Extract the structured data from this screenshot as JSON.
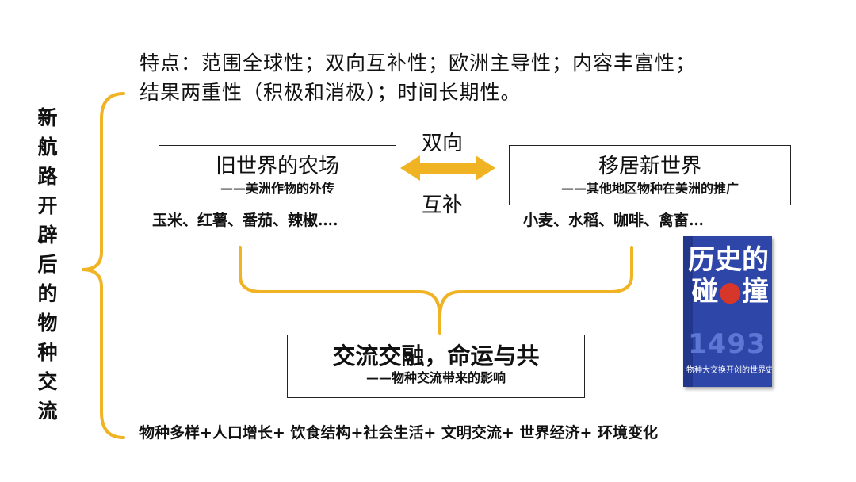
{
  "vertical_title": [
    "新",
    "航",
    "路",
    "开",
    "辟",
    "后",
    "的",
    "物",
    "种",
    "交",
    "流"
  ],
  "features": {
    "line1": "特点：范围全球性；双向互补性；欧洲主导性；内容丰富性；",
    "line2": "结果两重性（积极和消极）；时间长期性。"
  },
  "left_box": {
    "title": "旧世界的农场",
    "subtitle": "——美洲作物的外传"
  },
  "right_box": {
    "title": "移居新世界",
    "subtitle": "——其他地区物种在美洲的推广"
  },
  "arrow_labels": {
    "top": "双向",
    "bottom": "互补"
  },
  "left_list": "玉米、红薯、番茄、辣椒….",
  "right_list": "小麦、水稻、咖啡、禽畜…",
  "bottom_box": {
    "title": "交流交融，命运与共",
    "subtitle": "——物种交流带来的影响"
  },
  "bottom_line": "物种多样+人口增长+ 饮食结构+社会生活+ 文明交流+ 世界经济+ 环境变化",
  "book": {
    "title_top": "历史的",
    "title_left": "碰",
    "title_mid": "撞",
    "number": "1493",
    "subtitle": "物种大交换开创的世界史"
  },
  "colors": {
    "bracket": "#f0b323",
    "arrow": "#f0b323",
    "text": "#111111"
  }
}
